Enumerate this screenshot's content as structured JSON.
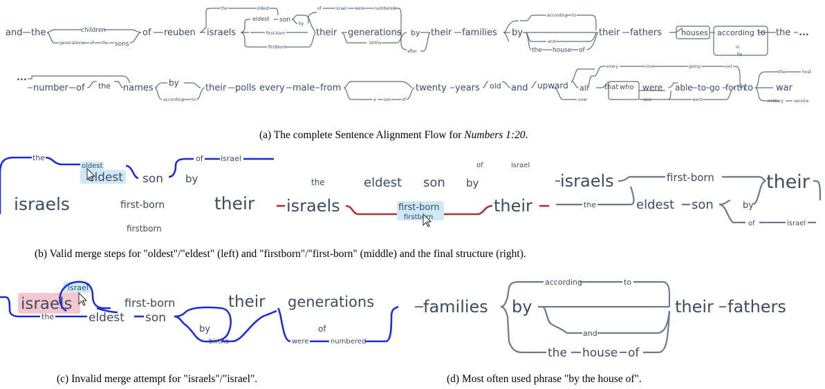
{
  "captions": {
    "a_pre": "(a)  The complete Sentence Alignment Flow for ",
    "a_ital": "Numbers 1:20",
    "a_post": ".",
    "b": "(b)  Valid merge steps for \"oldest\"/\"eldest\" (left) and \"firstborn\"/\"first-born\" (middle) and the final structure (right).",
    "c": "(c)  Invalid merge attempt for \"israels\"/\"israel\".",
    "d": "(d)  Most often used phrase \"by the house of\"."
  },
  "row1": {
    "main": [
      "and",
      "the",
      "children",
      "of",
      "reuben",
      "israels",
      "their",
      "generations",
      "by",
      "their",
      "families",
      "by",
      "their",
      "fathers",
      "houses",
      "according",
      "to",
      "the",
      "..."
    ],
    "small": [
      "generations",
      "of",
      "the",
      "sons",
      "the",
      "oldest",
      "eldest",
      "son",
      "by",
      "first-born",
      "firstborn",
      "of",
      "israel",
      "were",
      "numbered",
      "births",
      "after",
      "according",
      "to",
      "and",
      "the",
      "house",
      "of",
      "in",
      "by"
    ]
  },
  "row2": {
    "main": [
      "...",
      "number",
      "of",
      "the",
      "names",
      "by",
      "their",
      "polls",
      "every",
      "male",
      "from",
      "twenty",
      "years",
      "old",
      "and",
      "upward",
      "all",
      "that",
      "were",
      "able",
      "to",
      "go",
      "forth",
      "to",
      "war"
    ],
    "small": [
      "according",
      "to",
      "a",
      "son",
      "of",
      "every",
      "one",
      "going",
      "out",
      "over",
      "who",
      "was",
      "went",
      "the",
      "host",
      "military",
      "service"
    ]
  },
  "panel_b_left": [
    "the",
    "oldest",
    "eldest",
    "son",
    "of",
    "israel",
    "by",
    "israels",
    "first-born",
    "their",
    "firstborn"
  ],
  "panel_b_mid": [
    "of",
    "israel",
    "the",
    "eldest",
    "son",
    "by",
    "israels",
    "first-born",
    "firstborn",
    "their"
  ],
  "panel_b_right": [
    "israels",
    "first-born",
    "their",
    "the",
    "eldest",
    "son",
    "by",
    "of",
    "israel"
  ],
  "panel_c": [
    "israel",
    "israels",
    "first-born",
    "their",
    "generations",
    "the",
    "eldest",
    "son",
    "by",
    "births",
    "of",
    "were",
    "numbered"
  ],
  "panel_d": [
    "according",
    "to",
    "families",
    "by",
    "their",
    "fathers",
    "and",
    "the",
    "house",
    "of"
  ]
}
